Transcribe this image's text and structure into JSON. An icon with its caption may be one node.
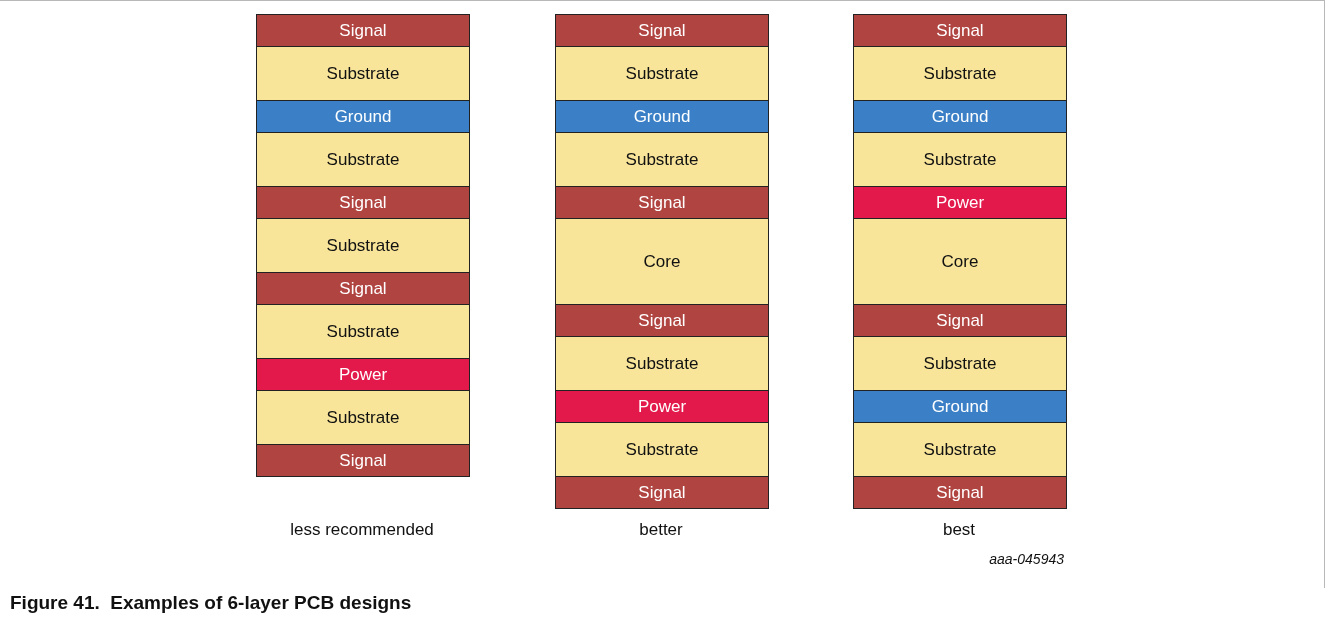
{
  "diagram": {
    "caption": "Figure 41.  Examples of 6-layer PCB designs",
    "nodes": [
      {
        "text": [
          "Signal"
        ]
      },
      {
        "text": [
          "Substrate"
        ]
      },
      {
        "text": [
          "Ground"
        ]
      },
      {
        "text": [
          "Substrate"
        ]
      },
      {
        "text": [
          "Signal"
        ]
      },
      {
        "text": [
          "Substrate"
        ]
      },
      {
        "text": [
          "Signal"
        ]
      },
      {
        "text": [
          "Substrate"
        ]
      },
      {
        "text": [
          "Power"
        ]
      },
      {
        "text": [
          "Substrate"
        ]
      },
      {
        "text": [
          "Signal"
        ]
      },
      {
        "text": [
          "Signal"
        ]
      },
      {
        "text": [
          "Substrate"
        ]
      },
      {
        "text": [
          "Ground"
        ]
      },
      {
        "text": [
          "Substrate"
        ]
      },
      {
        "text": [
          "Signal"
        ]
      },
      {
        "text": [
          "Core"
        ]
      },
      {
        "text": [
          "Signal"
        ]
      },
      {
        "text": [
          "Substrate"
        ]
      },
      {
        "text": [
          "Power"
        ]
      },
      {
        "text": [
          "Substrate"
        ]
      },
      {
        "text": [
          "Signal"
        ]
      },
      {
        "text": [
          "Signal"
        ]
      },
      {
        "text": [
          "Substrate"
        ]
      },
      {
        "text": [
          "Ground"
        ]
      },
      {
        "text": [
          "Substrate"
        ]
      },
      {
        "text": [
          "Power"
        ]
      },
      {
        "text": [
          "Core"
        ]
      },
      {
        "text": [
          "Signal"
        ]
      },
      {
        "text": [
          "Substrate"
        ]
      },
      {
        "text": [
          "Ground"
        ]
      },
      {
        "text": [
          "Substrate"
        ]
      },
      {
        "text": [
          "Signal"
        ]
      }
    ],
    "labels": [
      "less recommended",
      "better",
      "best",
      "aaa-045943"
    ]
  }
}
